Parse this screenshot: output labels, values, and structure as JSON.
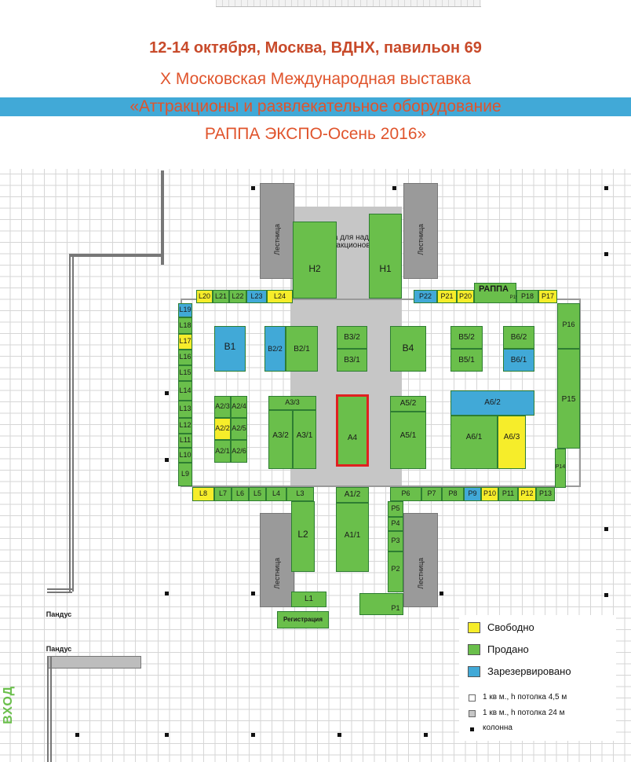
{
  "header": {
    "date_place": "12-14 октября, Москва, ВДНХ, павильон 69",
    "line1": "X Московская Международная выставка",
    "line2": "«Аттракционы и развлекательное оборудование",
    "line3": "РАППА ЭКСПО-Осень 2016»"
  },
  "zones": {
    "inflatable": "Площадка для надувных аттракционов",
    "stairs": "Лестница",
    "registration": "Регистрация",
    "rappa": "РАППА",
    "ramp": "Пандус",
    "entrance": "ВХОД"
  },
  "stands": {
    "H2": "H2",
    "H1": "H1",
    "L20": "L20",
    "L21": "L21",
    "L22": "L22",
    "L23": "L23",
    "L24": "L24",
    "P22": "P22",
    "P21": "P21",
    "P20": "P20",
    "P19": "P19",
    "P18": "P18",
    "P17": "P17",
    "L19": "L19",
    "L18": "L18",
    "L17": "L17",
    "L16": "L16",
    "L15": "L15",
    "L14": "L14",
    "L13": "L13",
    "L12": "L12",
    "L11": "L11",
    "L10": "L10",
    "L9": "L9",
    "L8": "L8",
    "L7": "L7",
    "L6": "L6",
    "L5": "L5",
    "L4": "L4",
    "L3": "L3",
    "P6": "P6",
    "P7": "P7",
    "P8": "P8",
    "P9": "P9",
    "P10": "P10",
    "P11": "P11",
    "P12": "P12",
    "P13": "P13",
    "P16": "P16",
    "P15": "P15",
    "P14": "P14",
    "B1": "B1",
    "B2_2": "B2/2",
    "B2_1": "B2/1",
    "B3_2": "B3/2",
    "B3_1": "B3/1",
    "B4": "B4",
    "B5_2": "B5/2",
    "B5_1": "B5/1",
    "B6_2": "B6/2",
    "B6_1": "B6/1",
    "A2_3": "A2/3",
    "A2_4": "A2/4",
    "A2_2": "A2/2",
    "A2_5": "A2/5",
    "A2_1": "A2/1",
    "A2_6": "A2/6",
    "A3_3": "A3/3",
    "A3_2": "A3/2",
    "A3_1": "A3/1",
    "A4": "A4",
    "A5_2": "A5/2",
    "A5_1": "A5/1",
    "A6_2": "A6/2",
    "A6_1": "A6/1",
    "A6_3": "A6/3",
    "A1_2": "A1/2",
    "A1_1": "A1/1",
    "L2": "L2",
    "L1": "L1",
    "P5": "P5",
    "P4": "P4",
    "P3": "P3",
    "P2": "P2",
    "P1": "P1"
  },
  "legend": {
    "free": "Свободно",
    "sold": "Продано",
    "reserved": "Зарезервировано",
    "cell1": "1 кв м., h потолка 4,5 м",
    "cell2": "1 кв м., h потолка 24 м",
    "column": "колонна"
  },
  "colors": {
    "free": "#f6ed2a",
    "sold": "#6abf4b",
    "reserved": "#41a9d7",
    "highlight": "#e02020",
    "title": "#c84a2a"
  }
}
